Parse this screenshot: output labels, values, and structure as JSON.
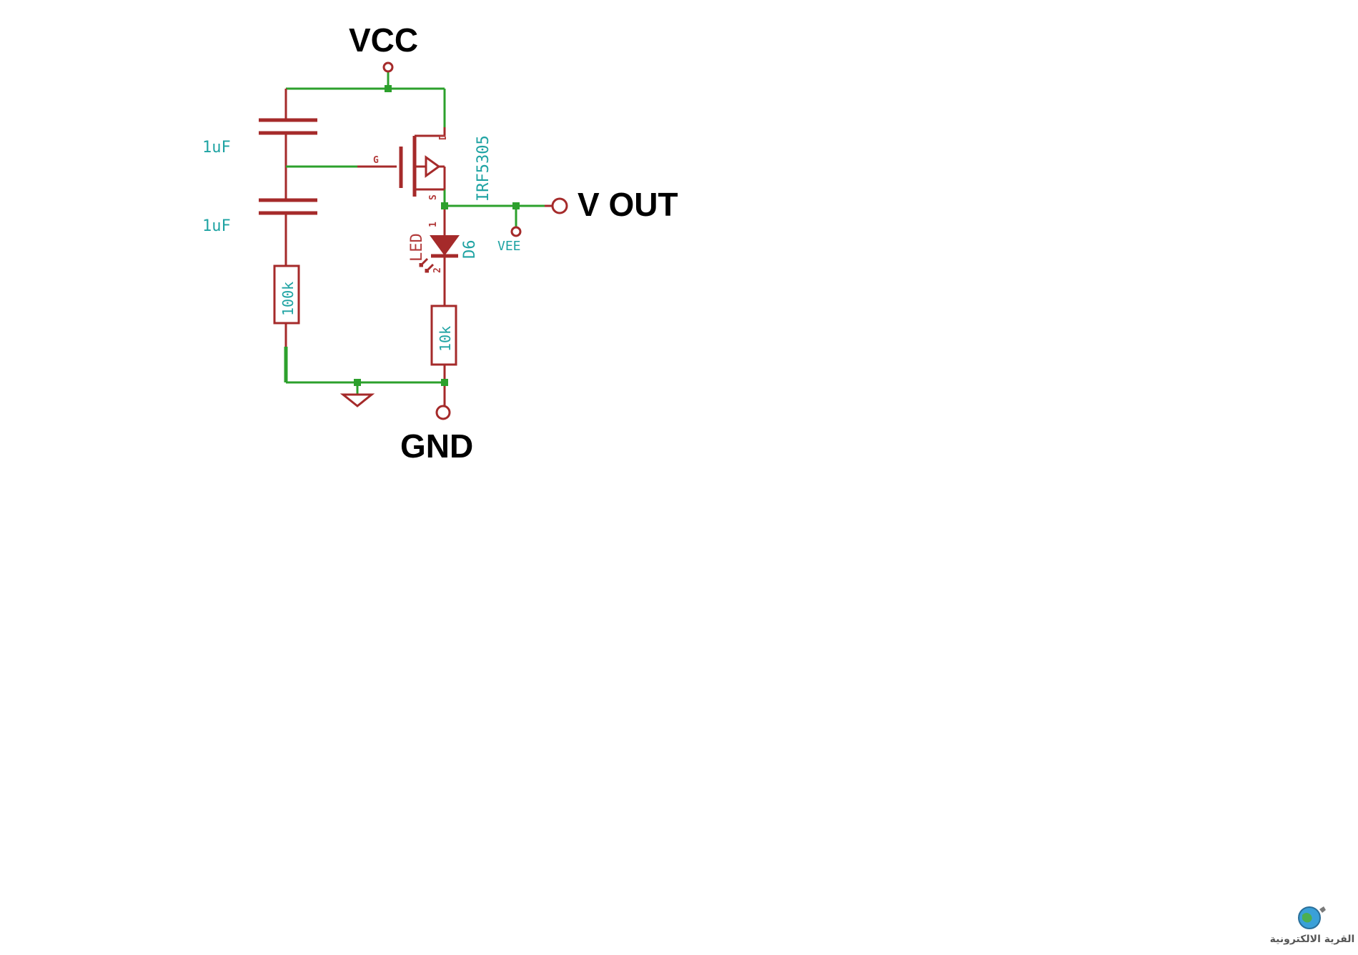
{
  "labels": {
    "vcc": "VCC",
    "vout": "V OUT",
    "gnd": "GND"
  },
  "components": {
    "cap1": "1uF",
    "cap2": "1uF",
    "mosfet": "IRF5305",
    "mosfet_gate": "G",
    "mosfet_drain": "D",
    "mosfet_source": "S",
    "led": "LED",
    "led_ref": "D6",
    "led_pin1": "1",
    "led_pin2": "2",
    "r1": "100k",
    "r2": "10k",
    "vee": "VEE"
  },
  "logo": {
    "text": "القرية الالكترونية"
  },
  "colors": {
    "wire": "#2ca02c",
    "component": "#a52a2a",
    "part_label": "#1fa3a3",
    "text": "#000000"
  }
}
